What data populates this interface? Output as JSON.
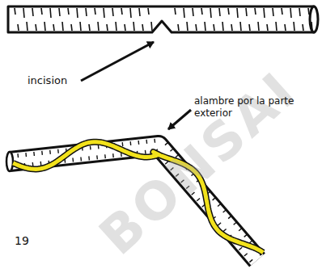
{
  "diagram": {
    "labels": [
      "incision",
      "alambre por la parte exterior",
      "19",
      "BONSAI"
    ]
  }
}
